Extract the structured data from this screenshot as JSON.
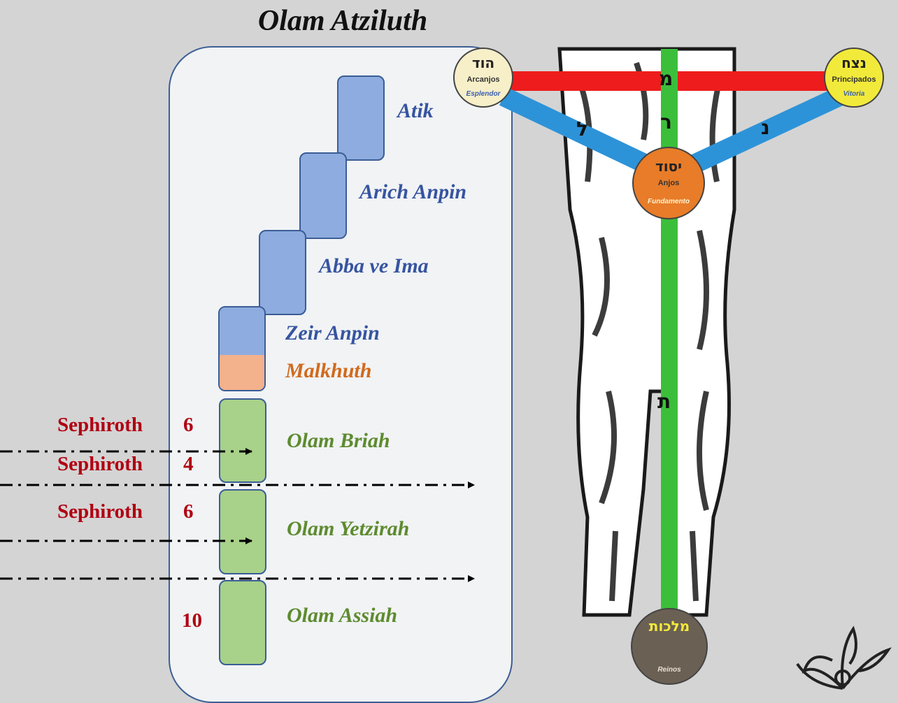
{
  "title": "Olam Atziluth",
  "partzufim": [
    {
      "label": "Atik"
    },
    {
      "label": "Arich Anpin"
    },
    {
      "label": "Abba ve Ima"
    },
    {
      "label": "Zeir Anpin"
    },
    {
      "label": "Malkhuth"
    }
  ],
  "worlds": [
    {
      "label": "Olam Briah"
    },
    {
      "label": "Olam Yetzirah"
    },
    {
      "label": "Olam Assiah"
    }
  ],
  "sephiroth_counts": [
    {
      "label": "Sephiroth",
      "number": "6"
    },
    {
      "label": "Sephiroth",
      "number": "4"
    },
    {
      "label": "Sephiroth",
      "number": "6"
    },
    {
      "label": "",
      "number": "10"
    }
  ],
  "spheres": {
    "hod": {
      "hebrew": "הוד",
      "name": "Arcanjos",
      "sub": "Esplendor",
      "color": "#f6efc8"
    },
    "netzach": {
      "hebrew": "נצח",
      "name": "Principados",
      "sub": "Vitoria",
      "color": "#f2ea3a"
    },
    "yesod": {
      "hebrew": "יסוד",
      "name": "Anjos",
      "sub": "Fundamento",
      "color": "#e87c28"
    },
    "malkhuth": {
      "hebrew": "מלכות",
      "name": "",
      "sub": "Reinos",
      "color": "#6b6054"
    }
  },
  "paths": {
    "hod_netzach": {
      "letter": "מ",
      "color": "#ee1c1c"
    },
    "hod_yesod": {
      "letter": "ל",
      "color": "#2d93d8"
    },
    "netzach_yesod": {
      "letter": "נ",
      "color": "#2d93d8"
    },
    "upper": {
      "letter": "ר",
      "color": "#3bbf3b"
    },
    "yesod_malkhuth": {
      "letter": "ת",
      "color": "#3bbf3b"
    }
  }
}
